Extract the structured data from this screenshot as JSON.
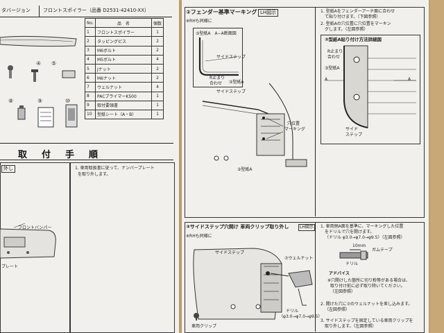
{
  "left_page": {
    "model_tail": "タバージョン",
    "product_name": "フロントスポイラー（品番 D2531-42410-XX）",
    "table_headers": [
      "No.",
      "品　名",
      "個数"
    ],
    "parts": [
      {
        "no": "1",
        "name": "フロントスポイラー",
        "qty": "1"
      },
      {
        "no": "2",
        "name": "タッピングビス",
        "qty": "2"
      },
      {
        "no": "3",
        "name": "M6ボルト",
        "qty": "2"
      },
      {
        "no": "4",
        "name": "M5ボルト",
        "qty": "4"
      },
      {
        "no": "5",
        "name": "Jナット",
        "qty": "2"
      },
      {
        "no": "6",
        "name": "M6ナット",
        "qty": "2"
      },
      {
        "no": "7",
        "name": "ウェルナット",
        "qty": "4"
      },
      {
        "no": "8",
        "name": "PACプライマーK500",
        "qty": "1"
      },
      {
        "no": "9",
        "name": "取付要領書",
        "qty": "1"
      },
      {
        "no": "10",
        "name": "型紙シート（A・B）",
        "qty": "1"
      }
    ],
    "part_markers": [
      "④",
      "⑤",
      "⑧",
      "⑨",
      "⑩"
    ],
    "section_title": "取　付　手　順",
    "step1_tab": "外し",
    "step1_text": [
      "1. 車両取扱書に従って、ナンバープレート",
      "を取り外します。"
    ],
    "front_bumper_label": "フロントバンパー",
    "plate_label": "プレート"
  },
  "right_page": {
    "step2_title": "②フェンダー基準マーキング",
    "step2_lh": "LH図示",
    "step2_rh": "※RHも同様に",
    "cut_label": "③型紙A　A−A断面図",
    "side_step": "サイドステップ",
    "r_stop": "R止まり",
    "align": "合わせ",
    "mark_a_small": "③型紙A",
    "hole_marking_1": "穴位置",
    "hole_marking_2": "マーキング",
    "template_a": "③型紙A",
    "step2_text": [
      "1. 型紙Aをフェンダーアーチ面に合わせ",
      "て貼り付けます。（下図参照）",
      "2. 型紙Aの穴位置に穴位置をマーキン",
      "グします。（左図参照）"
    ],
    "detail_title": "③型紙A貼り付け方法詳細図",
    "detail_r_stop": "R止まり",
    "detail_align": "合わせ",
    "detail_template": "③型紙A",
    "detail_a": "A",
    "detail_side_step_1": "サイド",
    "detail_side_step_2": "ステップ",
    "step3_title": "③サイドステップ穴開け 車両クリップ取り外し",
    "step3_lh": "LH図示",
    "step3_rh": "※RHも同様に",
    "side_step_3": "サイドステップ",
    "weld_nut": "⑦ウェルナット",
    "drill": "ドリル",
    "drill_spec": "（φ3.0→φ7.0→φ9.5）",
    "clip": "車両クリップ",
    "step3_text": [
      "1. 車両側A面を基準に、マーキングした位置",
      "をドリルで穴を開けます。",
      "（ドリル φ3.0→φ7.0→φ9.5）（左図参照）"
    ],
    "dim_10mm": "10mm",
    "gum_tape": "ガムテープ",
    "drill_small": "ドリル",
    "advice_title": "アドバイス",
    "advice": [
      "※穴開けした箇所に切り粉等がある場合は、",
      "取り付け前に必ず取り除いてください。",
      "（左図参照）"
    ],
    "step3_text2": [
      "2. 開けた穴に⑦のウェルナットを差し込みます。",
      "（左図参照）"
    ],
    "step3_text3": [
      "3. サイドステップを固定している車両クリップを",
      "取り外します。（左図参照）"
    ]
  }
}
